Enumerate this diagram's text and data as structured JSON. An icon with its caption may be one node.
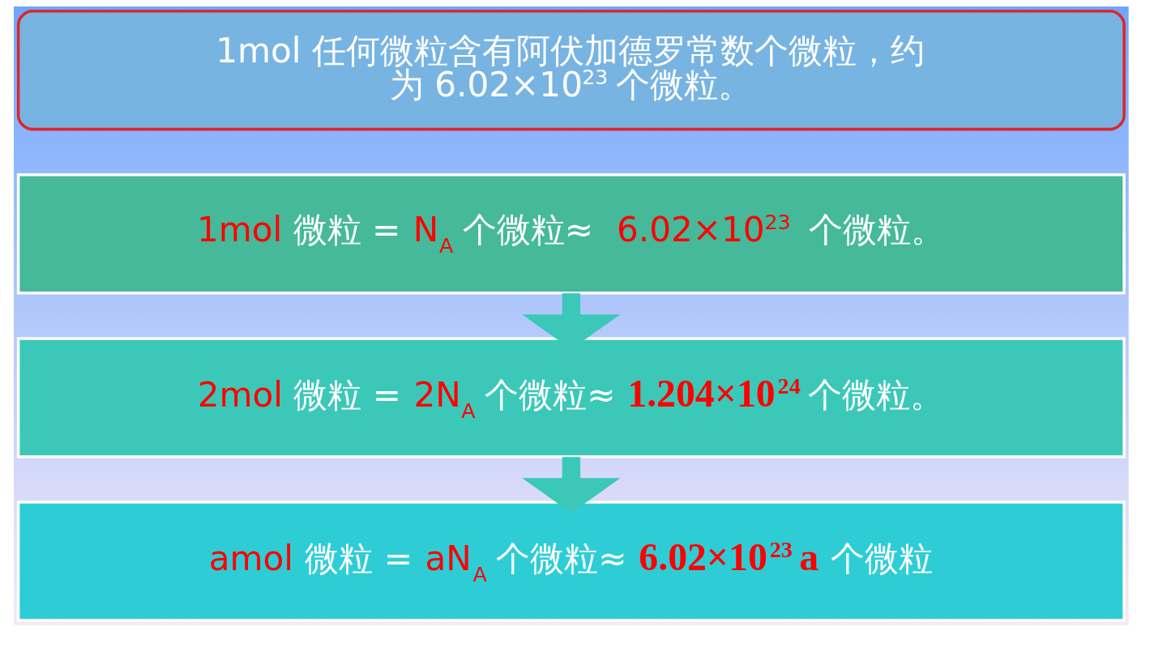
{
  "diagram": {
    "nodes": [
      {
        "text": [
          "1mol 任何微粒含有阿伏加德罗常数个微粒，约为 6.02×10$^{23}$ 个微粒。"
        ]
      },
      {
        "text": [
          "1mol 微粒 = N$_{A}$ 个微粒≈  6.02×10$^{23}$  个微粒。"
        ]
      },
      {
        "text": [
          "2mol 微粒 = 2N$_{A}$ 个微粒≈ **1.204×10$^{24}$** 个微粒。"
        ]
      },
      {
        "text": [
          "amol 微粒 = aN$_{A}$ 个微粒≈ **6.02×10$^{23}$ a** 个微粒"
        ]
      }
    ],
    "edges": [
      {
        "from": 1,
        "to": 2,
        "arrow": "to"
      },
      {
        "from": 2,
        "to": 3,
        "arrow": "to"
      }
    ]
  }
}
